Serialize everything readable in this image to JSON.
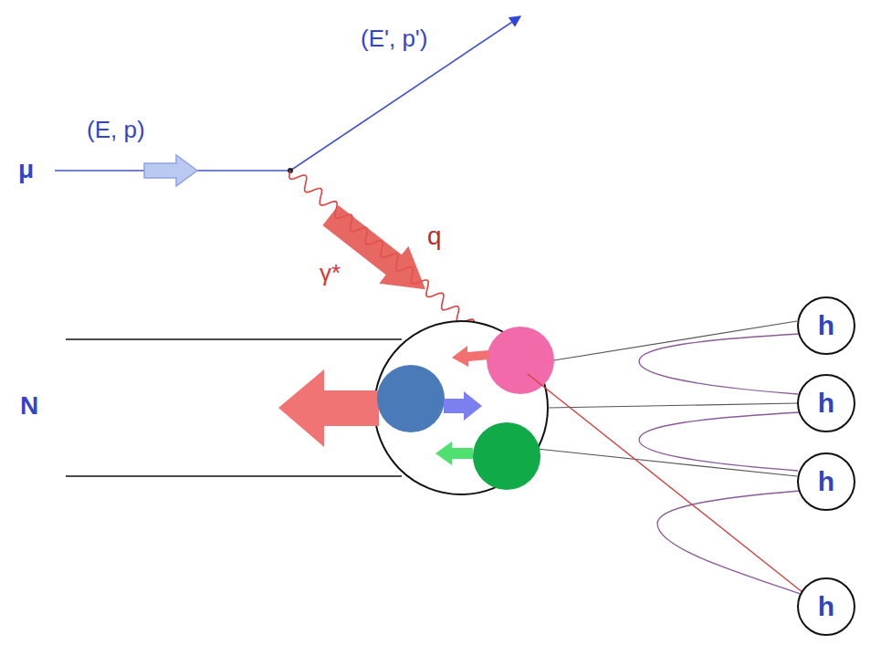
{
  "diagram": {
    "nodes": [
      {
        "text": [
          "h"
        ]
      },
      {
        "text": [
          "h"
        ]
      },
      {
        "text": [
          "h"
        ]
      },
      {
        "text": [
          "h"
        ]
      }
    ],
    "labels": [
      "(E', p')",
      "(E, p)",
      "μ",
      "γ*",
      "q",
      "N"
    ]
  }
}
